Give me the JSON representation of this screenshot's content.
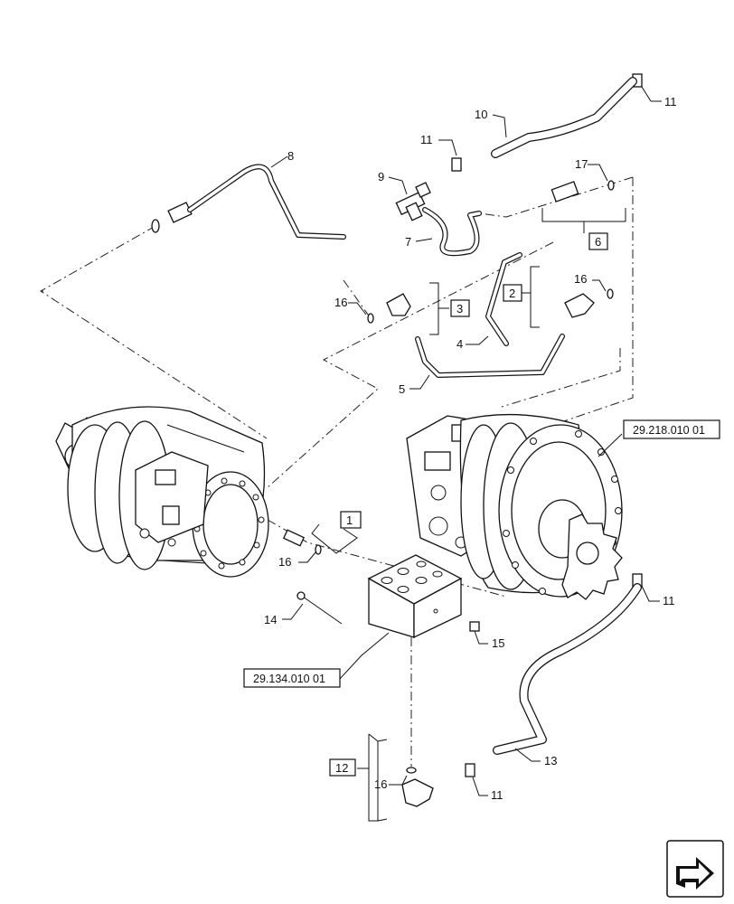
{
  "callouts": {
    "c1": "1",
    "c2": "2",
    "c3": "3",
    "c4": "4",
    "c5": "5",
    "c6": "6",
    "c7": "7",
    "c8": "8",
    "c9": "9",
    "c10": "10",
    "c11a": "11",
    "c11b": "11",
    "c11c": "11",
    "c11d": "11",
    "c12": "12",
    "c13": "13",
    "c14": "14",
    "c15": "15",
    "c16a": "16",
    "c16b": "16",
    "c16c": "16",
    "c16d": "16",
    "c17": "17"
  },
  "references": {
    "ref_motor": "29.218.010 01",
    "ref_block": "29.134.010 01"
  },
  "icons": {
    "nav": "next-page-arrow-icon"
  }
}
